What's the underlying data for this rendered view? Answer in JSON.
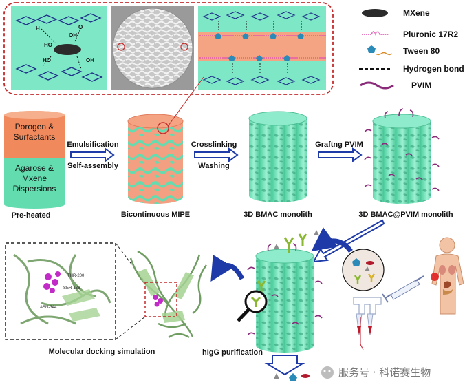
{
  "legend": {
    "mxene": "MXene",
    "pluronic": "Pluronic 17R2",
    "tween": "Tween 80",
    "hbond": "Hydrogen bond",
    "pvim": "PVIM"
  },
  "left_column": {
    "top_line1": "Porogen &",
    "top_line2": "Surfactants",
    "bottom_line1": "Agarose &",
    "bottom_line2": "Mxene",
    "bottom_line3": "Dispersions",
    "label": "Pre-heated"
  },
  "steps": {
    "s1_top": "Emulsification",
    "s1_bottom": "Self-assembly",
    "s2_top": "Crosslinking",
    "s2_bottom": "Washing",
    "s3_top": "Graftng PVIM"
  },
  "monoliths": {
    "mipe": "Bicontinuous MIPE",
    "bmac": "3D BMAC monolith",
    "bmac_pvim": "3D BMAC@PVIM monolith"
  },
  "bottom": {
    "docking": "Molecular docking simulation",
    "purification": "hIgG purification"
  },
  "residues": [
    "THR-200",
    "SER-136",
    "ASN-344"
  ],
  "mol_labels": {
    "oh": "OH",
    "ho": "HO",
    "h": "H",
    "o": "O"
  },
  "watermark": "服务号 · 科诺赛生物",
  "colors": {
    "mint": "#7ee8c6",
    "mint_dark": "#3aa983",
    "salmon": "#f4a383",
    "frame_red": "#c22b2b",
    "arrow_blue": "#1d3aa8",
    "pvim_purple": "#8a2b7a",
    "pluronic_pink": "#e04fb0",
    "tween_teal": "#2a8ab8"
  }
}
